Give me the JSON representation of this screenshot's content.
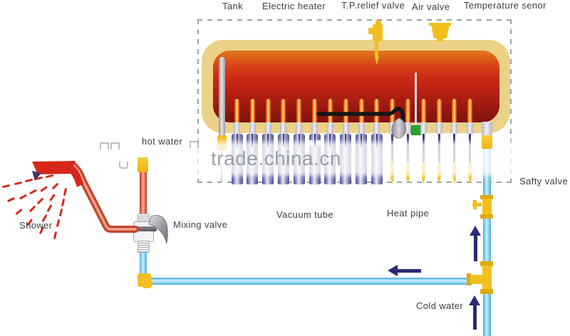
{
  "watermark": "trade.china.cn",
  "labels": {
    "tank": "Tank",
    "electric_heater": "Electric heater",
    "tp_relief_valve": "T.P.relief valve",
    "air_valve": "Air valve",
    "temperature_sensor": "Temperature senor",
    "hot_water": "hot water",
    "safety_valve": "Safty valve",
    "vacuum_tube": "Vacuum tube",
    "heat_pipe": "Heat pipe",
    "mixing_valve": "Mixing valve",
    "shower": "Shower",
    "cold_water": "Cold water"
  },
  "colors": {
    "tank_shell": "#ecd188",
    "tank_hot_top": "#e1771f",
    "tank_hot_bottom": "#7e130d",
    "fitting_yellow": "#f1c01e",
    "vacuum_tube_blue": "#4d4d90",
    "pipe_blue": "#8fd4f0",
    "pipe_red": "#e8795c",
    "arrow_navy": "#2b2b72",
    "sensor_green": "#2aa42e",
    "spray_red": "#d8281c"
  },
  "components": {
    "tank_tip_count": 16,
    "vacuum_tube_count": 10,
    "exposed_heat_pipe_count": 6
  }
}
